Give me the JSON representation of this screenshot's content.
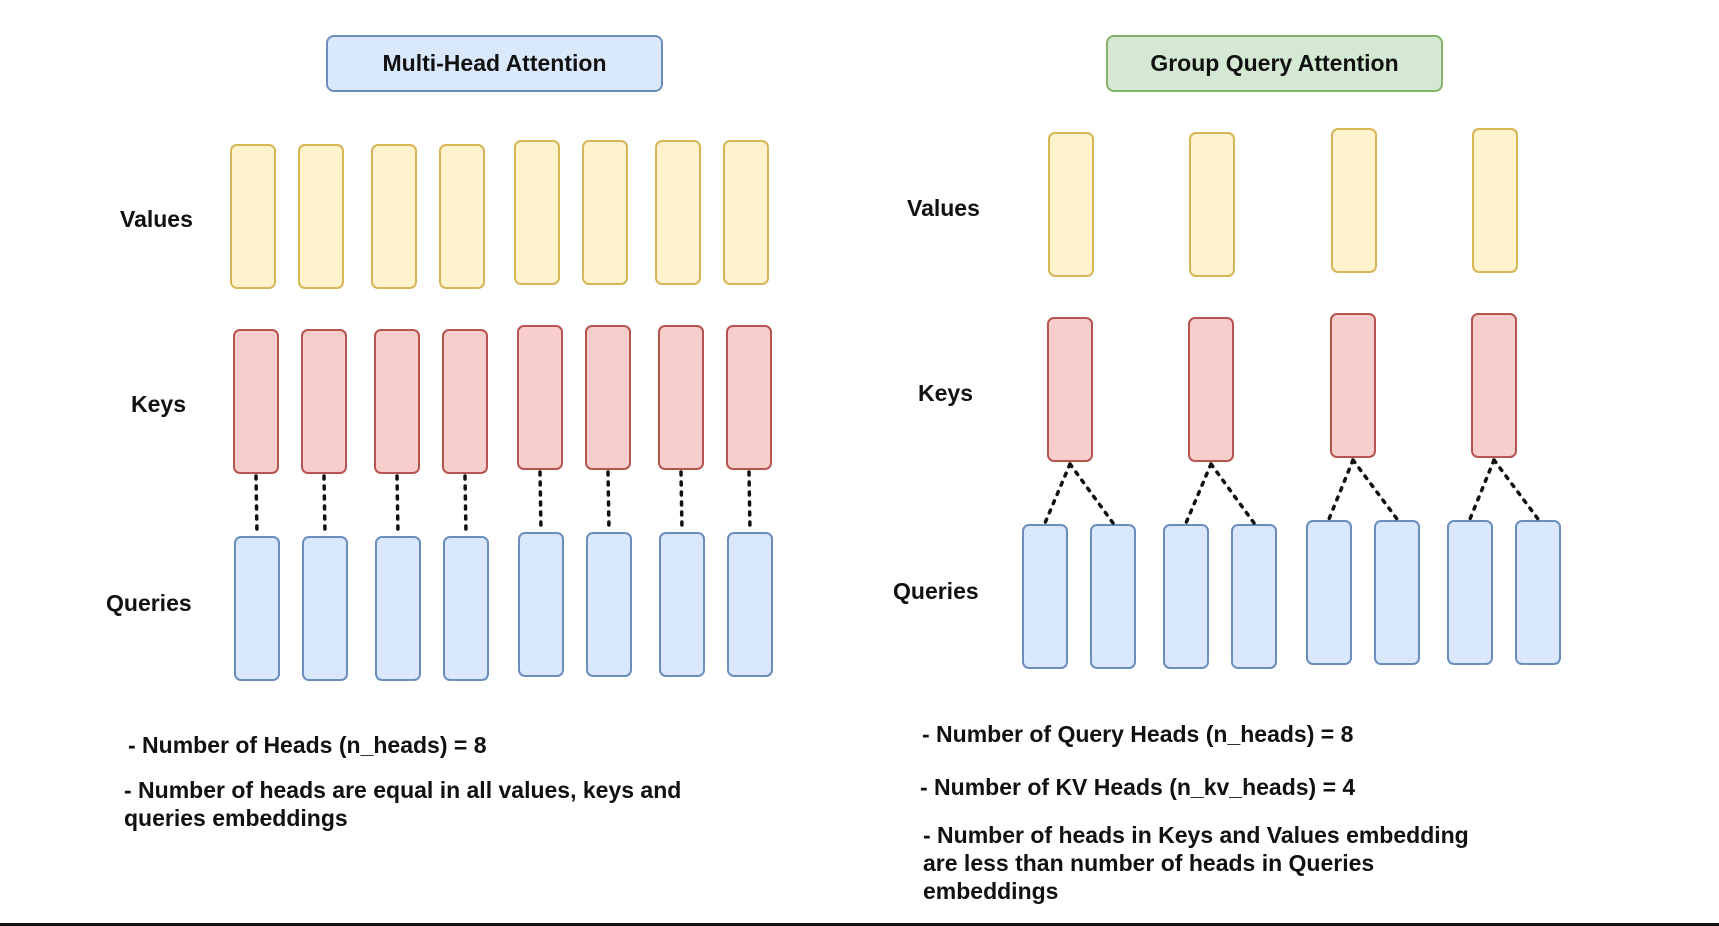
{
  "colors": {
    "value_fill": "#fff2cc",
    "value_stroke": "#d6b656",
    "key_fill": "#f8cecc",
    "key_stroke": "#b85450",
    "query_fill": "#dae8fc",
    "query_stroke": "#6c8ebf",
    "mha_title_fill": "#dae8fc",
    "mha_title_stroke": "#6c8ebf",
    "gqa_title_fill": "#d5e8d4",
    "gqa_title_stroke": "#82b366"
  },
  "mha": {
    "title": "Multi-Head Attention",
    "labels": {
      "values": "Values",
      "keys": "Keys",
      "queries": "Queries"
    },
    "n_values": 8,
    "n_keys": 8,
    "n_queries": 8,
    "notes": [
      "- Number of Heads (n_heads) = 8",
      "- Number of heads are equal in all values, keys and queries embeddings"
    ]
  },
  "gqa": {
    "title": "Group Query Attention",
    "labels": {
      "values": "Values",
      "keys": "Keys",
      "queries": "Queries"
    },
    "n_values": 4,
    "n_keys": 4,
    "n_queries": 8,
    "notes": [
      "- Number of Query Heads (n_heads) = 8",
      "- Number of KV Heads (n_kv_heads) = 4",
      "- Number of heads in Keys and Values embedding are less than number of heads in Queries embeddings"
    ]
  }
}
